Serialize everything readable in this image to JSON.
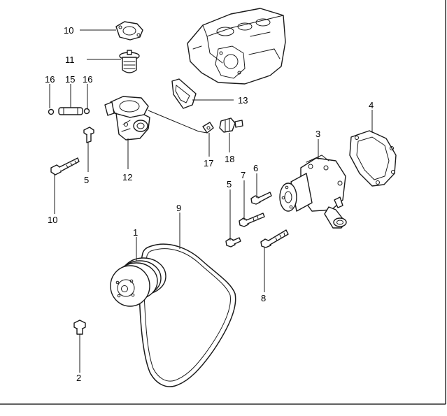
{
  "callouts": {
    "c1": "1",
    "c2": "2",
    "c3": "3",
    "c4": "4",
    "c5a": "5",
    "c5b": "5",
    "c6": "6",
    "c7": "7",
    "c8": "8",
    "c9": "9",
    "c10a": "10",
    "c10b": "10",
    "c11": "11",
    "c12": "12",
    "c13": "13",
    "c15": "15",
    "c16a": "16",
    "c16b": "16",
    "c17": "17",
    "c18": "18"
  }
}
